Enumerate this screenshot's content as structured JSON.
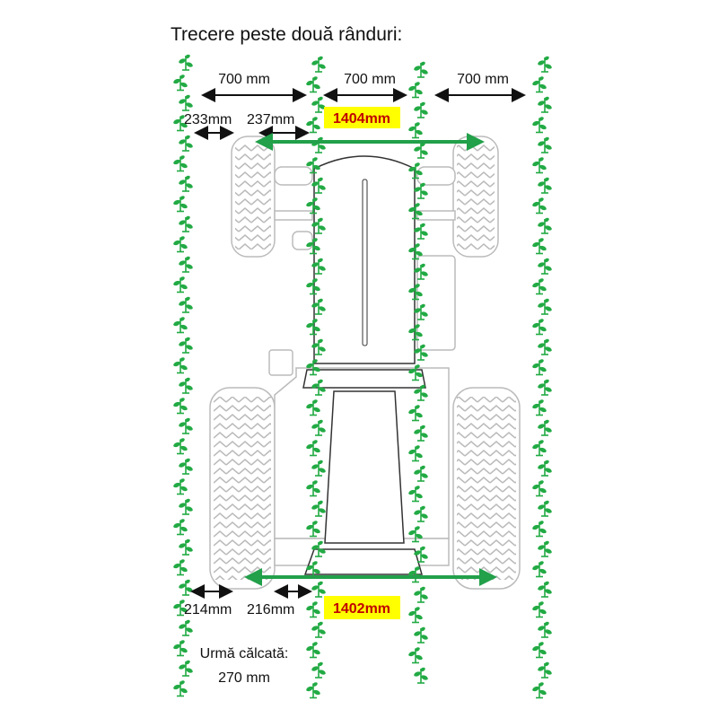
{
  "title": "Trecere peste două rânduri:",
  "row_spacing": [
    "700 mm",
    "700 mm",
    "700 mm"
  ],
  "front": {
    "gap_left": "233mm",
    "gap_right": "237mm",
    "track": "1404mm"
  },
  "rear": {
    "gap_left": "214mm",
    "gap_right": "216mm",
    "track": "1402mm"
  },
  "footprint": {
    "label": "Urmă călcată:",
    "value": "270 mm"
  },
  "colors": {
    "plant": "#22aa44",
    "track_arrow": "#22a04a",
    "highlight": "#ffff00",
    "highlight_text": "#c00000"
  }
}
